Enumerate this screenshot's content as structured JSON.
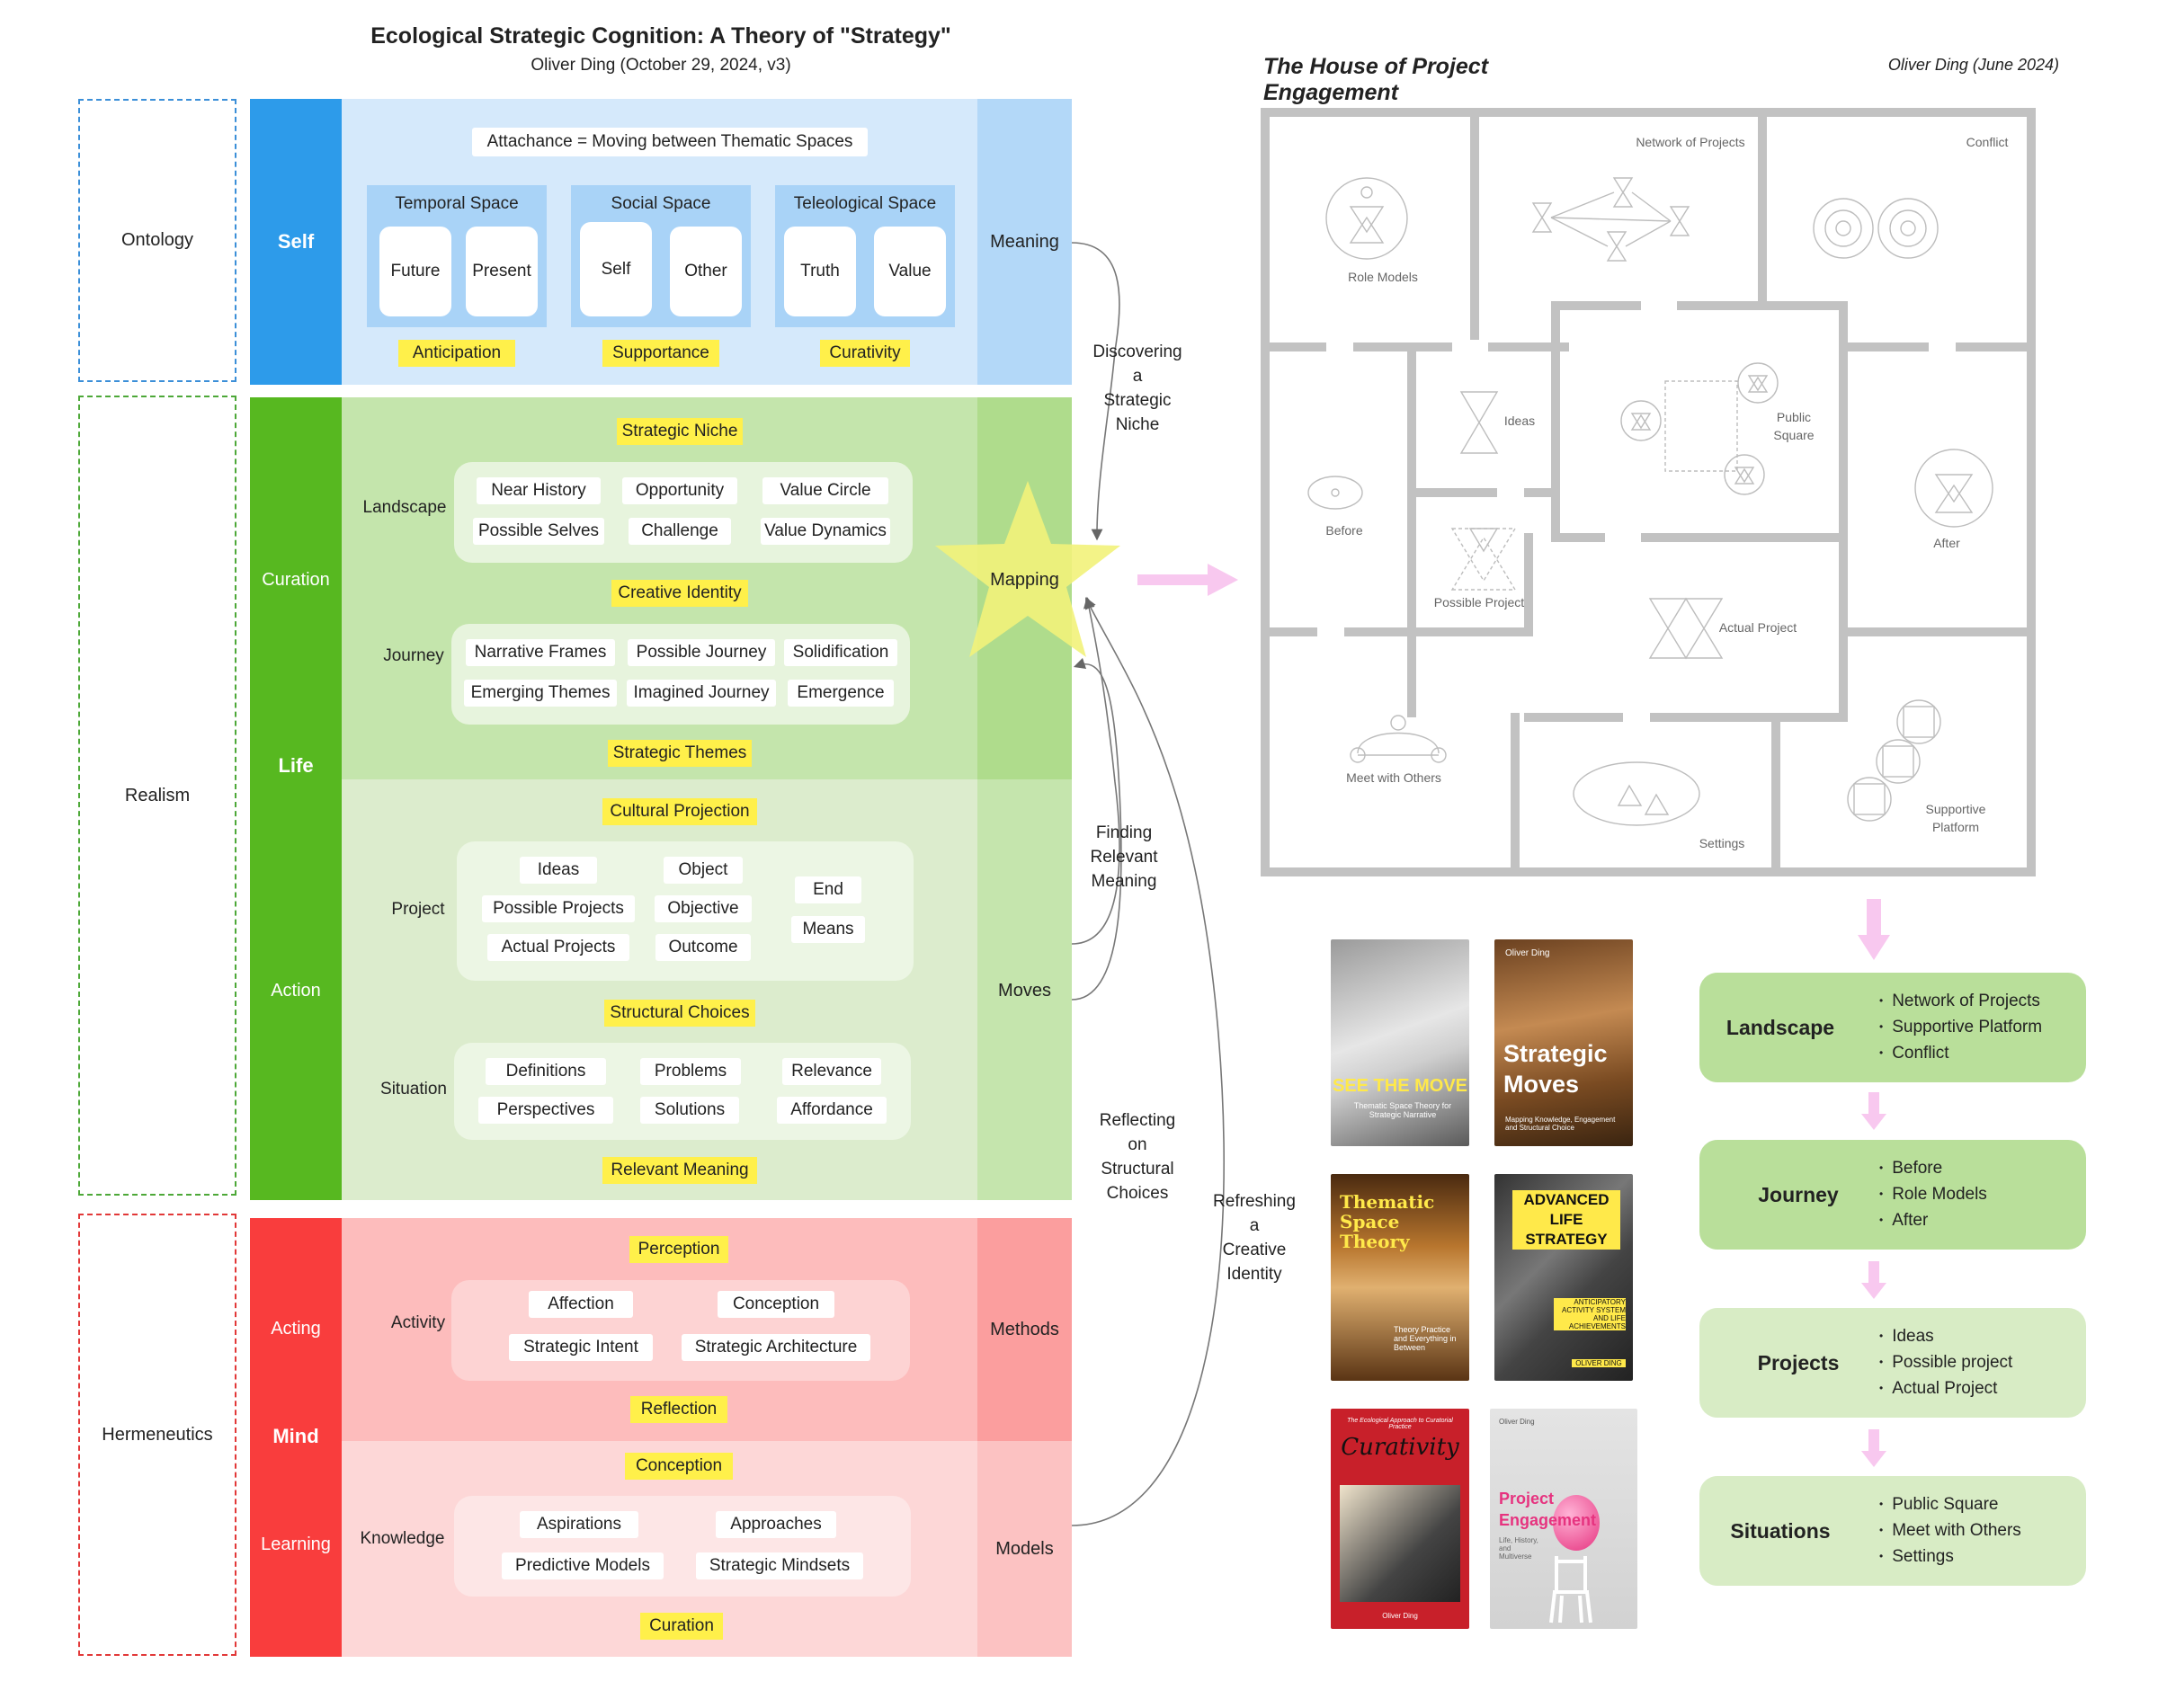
{
  "left": {
    "title": "Ecological Strategic Cognition: A Theory of \"Strategy\"",
    "subtitle": "Oliver Ding (October 29, 2024, v3)",
    "ontology_label": "Ontology",
    "realism_label": "Realism",
    "hermeneutics_label": "Hermeneutics",
    "self_band": {
      "label": "Self",
      "right_label": "Meaning",
      "header": "Attachance = Moving between Thematic Spaces",
      "groups": [
        {
          "title": "Temporal Space",
          "a": "Future",
          "b": "Present",
          "tag": "Anticipation"
        },
        {
          "title": "Social Space",
          "a": "Self",
          "b": "Other",
          "tag": "Supportance"
        },
        {
          "title": "Teleological Space",
          "a": "Truth",
          "b": "Value",
          "tag": "Curativity"
        }
      ]
    },
    "life_band": {
      "label": "Life",
      "curation": "Curation",
      "action": "Action",
      "mapping": "Mapping",
      "moves": "Moves",
      "strategic_niche": "Strategic Niche",
      "landscape": {
        "label": "Landscape",
        "items": [
          "Near History",
          "Opportunity",
          "Value Circle",
          "Possible Selves",
          "Challenge",
          "Value Dynamics"
        ]
      },
      "creative_identity": "Creative Identity",
      "journey": {
        "label": "Journey",
        "items": [
          "Narrative Frames",
          "Possible Journey",
          "Solidification",
          "Emerging Themes",
          "Imagined Journey",
          "Emergence"
        ]
      },
      "strategic_themes": "Strategic Themes",
      "cultural_projection": "Cultural Projection",
      "project": {
        "label": "Project",
        "col1": [
          "Ideas",
          "Possible Projects",
          "Actual Projects"
        ],
        "col2": [
          "Object",
          "Objective",
          "Outcome"
        ],
        "col3": [
          "End",
          "Means"
        ]
      },
      "structural_choices": "Structural Choices",
      "situation": {
        "label": "Situation",
        "items": [
          "Definitions",
          "Problems",
          "Relevance",
          "Perspectives",
          "Solutions",
          "Affordance"
        ]
      },
      "relevant_meaning": "Relevant Meaning"
    },
    "mind_band": {
      "label": "Mind",
      "acting": "Acting",
      "learning": "Learning",
      "methods": "Methods",
      "models": "Models",
      "perception": "Perception",
      "activity": {
        "label": "Activity",
        "items": [
          "Affection",
          "Conception",
          "Strategic Intent",
          "Strategic Architecture"
        ]
      },
      "reflection": "Reflection",
      "conception": "Conception",
      "knowledge": {
        "label": "Knowledge",
        "items": [
          "Aspirations",
          "Approaches",
          "Predictive Models",
          "Strategic Mindsets"
        ]
      },
      "curation": "Curation"
    },
    "arrows": {
      "discovering": [
        "Discovering",
        "a",
        "Strategic",
        "Niche"
      ],
      "finding": [
        "Finding",
        "Relevant",
        "Meaning"
      ],
      "reflecting": [
        "Reflecting",
        "on",
        "Structural",
        "Choices"
      ],
      "refreshing": [
        "Refreshing",
        "a",
        "Creative",
        "Identity"
      ]
    }
  },
  "right": {
    "title": "The House of Project Engagement",
    "author": "Oliver Ding (June 2024)",
    "rooms": {
      "role_models": "Role Models",
      "network": "Network of Projects",
      "conflict": "Conflict",
      "ideas": "Ideas",
      "public_square": "Public Square",
      "before": "Before",
      "after": "After",
      "possible_project": "Possible Project",
      "actual_project": "Actual Project",
      "meet": "Meet with Others",
      "settings": "Settings",
      "supportive": "Supportive Platform"
    },
    "summary": [
      {
        "title": "Landscape",
        "items": [
          "Network of Projects",
          "Supportive Platform",
          "Conflict"
        ]
      },
      {
        "title": "Journey",
        "items": [
          "Before",
          "Role Models",
          "After"
        ]
      },
      {
        "title": "Projects",
        "items": [
          "Ideas",
          "Possible project",
          "Actual Project"
        ]
      },
      {
        "title": "Situations",
        "items": [
          "Public Square",
          "Meet with Others",
          "Settings"
        ]
      }
    ],
    "books": {
      "see_the_move": {
        "title": "SEE THE MOVE",
        "sub": "Thematic Space Theory for Strategic Narrative"
      },
      "strategic_moves": {
        "author": "Oliver Ding",
        "title": "Strategic Moves",
        "sub": "Mapping Knowledge, Engagement and Structural Choice"
      },
      "thematic_space": {
        "title": "Thematic Space Theory",
        "sub": "Theory Practice and Everything in Between"
      },
      "advanced_life": {
        "title": "ADVANCED LIFE STRATEGY",
        "sub": "ANTICIPATORY ACTIVITY SYSTEM AND LIFE ACHIEVEMENTS",
        "author": "OLIVER DING"
      },
      "curativity": {
        "series": "The Ecological Approach to Curatorial Practice",
        "title": "Curativity",
        "author": "Oliver Ding"
      },
      "project_engagement": {
        "author": "Oliver Ding",
        "title": "Project Engagement",
        "sub": "Life, History, and Multiverse"
      }
    }
  },
  "colors": {
    "self": "#2d9bea",
    "self_bg": "#d5e9fb",
    "life": "#57b820",
    "life_bg": "#c4e5ac",
    "mind": "#f93d3d",
    "mind_bg": "#fdbcbc",
    "highlight": "#fff04a"
  }
}
